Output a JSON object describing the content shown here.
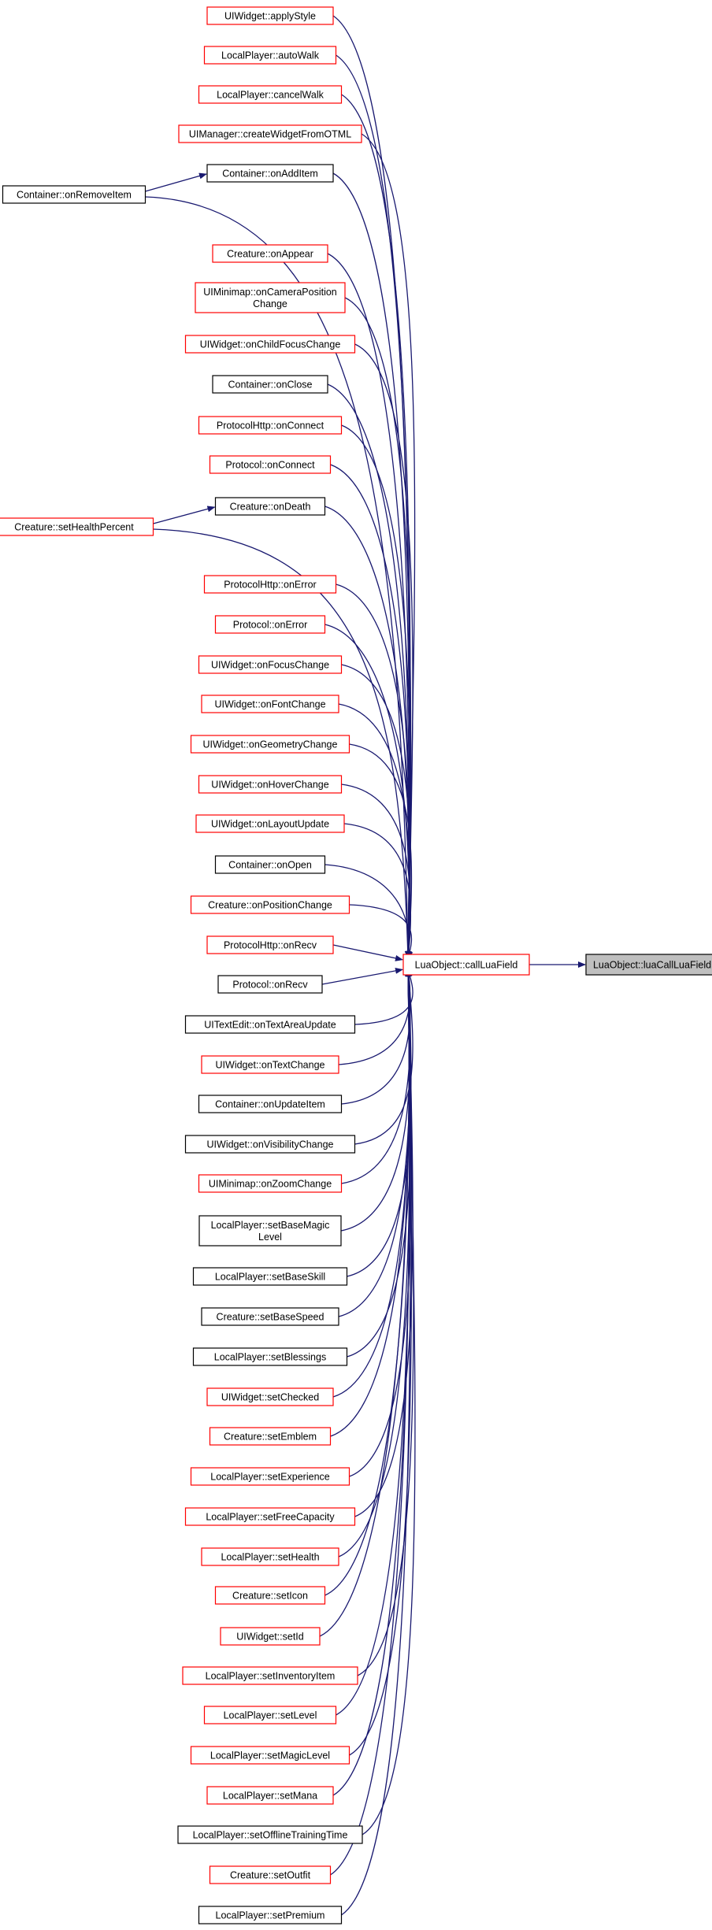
{
  "colors": {
    "edge": "#191970",
    "border_highlight": "#ff0000",
    "border_normal": "#000000",
    "target_fill": "#bfbfbf",
    "node_fill": "#ffffff"
  },
  "target": {
    "name": "LuaObject::luaCallLuaField"
  },
  "center": {
    "name": "LuaObject::callLuaField"
  },
  "callers": [
    {
      "id": "uiwidget_applystyle",
      "lines": [
        "UIWidget::applyStyle"
      ],
      "highlight": true
    },
    {
      "id": "localplayer_autowalk",
      "lines": [
        "LocalPlayer::autoWalk"
      ],
      "highlight": true
    },
    {
      "id": "localplayer_cancelwalk",
      "lines": [
        "LocalPlayer::cancelWalk"
      ],
      "highlight": true
    },
    {
      "id": "uimanager_createwidgetfromotml",
      "lines": [
        "UIManager::createWidgetFromOTML"
      ],
      "highlight": true
    },
    {
      "id": "container_onadditem",
      "lines": [
        "Container::onAddItem"
      ],
      "highlight": false
    },
    {
      "id": "creature_onappear",
      "lines": [
        "Creature::onAppear"
      ],
      "highlight": true
    },
    {
      "id": "uiminimap_oncamerapositionchange",
      "lines": [
        "UIMinimap::onCameraPosition",
        "Change"
      ],
      "highlight": true
    },
    {
      "id": "uiwidget_onchildfocuschange",
      "lines": [
        "UIWidget::onChildFocusChange"
      ],
      "highlight": true
    },
    {
      "id": "container_onclose",
      "lines": [
        "Container::onClose"
      ],
      "highlight": false
    },
    {
      "id": "protocolhttp_onconnect",
      "lines": [
        "ProtocolHttp::onConnect"
      ],
      "highlight": true
    },
    {
      "id": "protocol_onconnect",
      "lines": [
        "Protocol::onConnect"
      ],
      "highlight": true
    },
    {
      "id": "creature_ondeath",
      "lines": [
        "Creature::onDeath"
      ],
      "highlight": false
    },
    {
      "id": "protocolhttp_onerror",
      "lines": [
        "ProtocolHttp::onError"
      ],
      "highlight": true
    },
    {
      "id": "protocol_onerror",
      "lines": [
        "Protocol::onError"
      ],
      "highlight": true
    },
    {
      "id": "uiwidget_onfocuschange",
      "lines": [
        "UIWidget::onFocusChange"
      ],
      "highlight": true
    },
    {
      "id": "uiwidget_onfontchange",
      "lines": [
        "UIWidget::onFontChange"
      ],
      "highlight": true
    },
    {
      "id": "uiwidget_ongeometrychange",
      "lines": [
        "UIWidget::onGeometryChange"
      ],
      "highlight": true
    },
    {
      "id": "uiwidget_onhoverchange",
      "lines": [
        "UIWidget::onHoverChange"
      ],
      "highlight": true
    },
    {
      "id": "uiwidget_onlayoutupdate",
      "lines": [
        "UIWidget::onLayoutUpdate"
      ],
      "highlight": true
    },
    {
      "id": "container_onopen",
      "lines": [
        "Container::onOpen"
      ],
      "highlight": false
    },
    {
      "id": "creature_onpositionchange",
      "lines": [
        "Creature::onPositionChange"
      ],
      "highlight": true
    },
    {
      "id": "protocolhttp_onrecv",
      "lines": [
        "ProtocolHttp::onRecv"
      ],
      "highlight": true
    },
    {
      "id": "protocol_onrecv",
      "lines": [
        "Protocol::onRecv"
      ],
      "highlight": false
    },
    {
      "id": "uitextedit_ontextareaupdate",
      "lines": [
        "UITextEdit::onTextAreaUpdate"
      ],
      "highlight": false
    },
    {
      "id": "uiwidget_ontextchange",
      "lines": [
        "UIWidget::onTextChange"
      ],
      "highlight": true
    },
    {
      "id": "container_onupdateitem",
      "lines": [
        "Container::onUpdateItem"
      ],
      "highlight": false
    },
    {
      "id": "uiwidget_onvisibilitychange",
      "lines": [
        "UIWidget::onVisibilityChange"
      ],
      "highlight": false
    },
    {
      "id": "uiminimap_onzoomchange",
      "lines": [
        "UIMinimap::onZoomChange"
      ],
      "highlight": true
    },
    {
      "id": "localplayer_setbasemagiclevel",
      "lines": [
        "LocalPlayer::setBaseMagic",
        "Level"
      ],
      "highlight": false
    },
    {
      "id": "localplayer_setbaseskill",
      "lines": [
        "LocalPlayer::setBaseSkill"
      ],
      "highlight": false
    },
    {
      "id": "creature_setbasespeed",
      "lines": [
        "Creature::setBaseSpeed"
      ],
      "highlight": false
    },
    {
      "id": "localplayer_setblessings",
      "lines": [
        "LocalPlayer::setBlessings"
      ],
      "highlight": false
    },
    {
      "id": "uiwidget_setchecked",
      "lines": [
        "UIWidget::setChecked"
      ],
      "highlight": true
    },
    {
      "id": "creature_setemblem",
      "lines": [
        "Creature::setEmblem"
      ],
      "highlight": true
    },
    {
      "id": "localplayer_setexperience",
      "lines": [
        "LocalPlayer::setExperience"
      ],
      "highlight": true
    },
    {
      "id": "localplayer_setfreecapacity",
      "lines": [
        "LocalPlayer::setFreeCapacity"
      ],
      "highlight": true
    },
    {
      "id": "localplayer_sethealth",
      "lines": [
        "LocalPlayer::setHealth"
      ],
      "highlight": true
    },
    {
      "id": "creature_seticon",
      "lines": [
        "Creature::setIcon"
      ],
      "highlight": true
    },
    {
      "id": "uiwidget_setid",
      "lines": [
        "UIWidget::setId"
      ],
      "highlight": true
    },
    {
      "id": "localplayer_setinventoryitem",
      "lines": [
        "LocalPlayer::setInventoryItem"
      ],
      "highlight": true
    },
    {
      "id": "localplayer_setlevel",
      "lines": [
        "LocalPlayer::setLevel"
      ],
      "highlight": true
    },
    {
      "id": "localplayer_setmagiclevel",
      "lines": [
        "LocalPlayer::setMagicLevel"
      ],
      "highlight": true
    },
    {
      "id": "localplayer_setmana",
      "lines": [
        "LocalPlayer::setMana"
      ],
      "highlight": true
    },
    {
      "id": "localplayer_setofflinetrainingtime",
      "lines": [
        "LocalPlayer::setOfflineTrainingTime"
      ],
      "highlight": false
    },
    {
      "id": "creature_setoutfit",
      "lines": [
        "Creature::setOutfit"
      ],
      "highlight": true
    },
    {
      "id": "localplayer_setpremium",
      "lines": [
        "LocalPlayer::setPremium"
      ],
      "highlight": false
    }
  ],
  "outer_callers": [
    {
      "id": "container_onremoveitem",
      "lines": [
        "Container::onRemoveItem"
      ],
      "highlight": false,
      "calls": "container_onadditem"
    },
    {
      "id": "creature_sethealthpercent",
      "lines": [
        "Creature::setHealthPercent"
      ],
      "highlight": true,
      "calls": "creature_ondeath"
    }
  ]
}
